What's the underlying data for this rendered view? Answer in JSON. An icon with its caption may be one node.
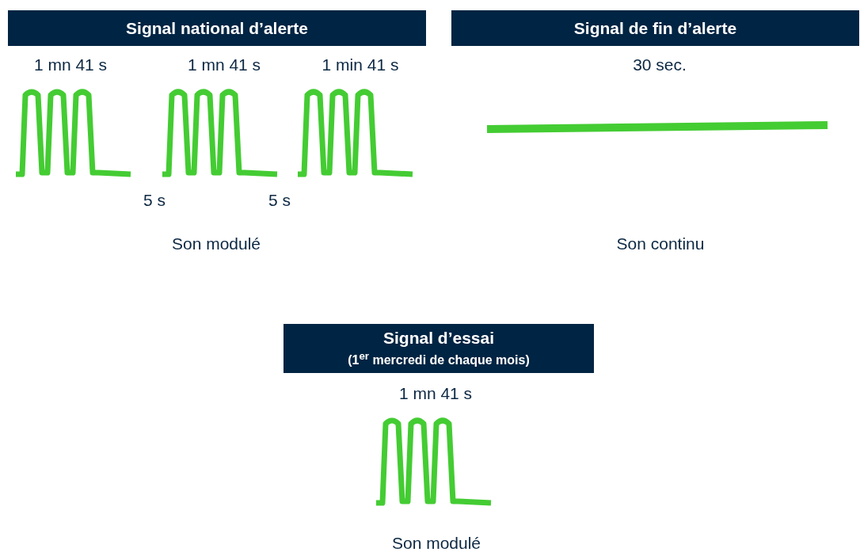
{
  "diagram": {
    "nodes": [
      {
        "text": [
          "Signal national d’alerte"
        ]
      },
      {
        "text": [
          "Signal de fin d’alerte"
        ]
      },
      {
        "text": [
          "Signal d’essai",
          "(1$^{er}$ mercredi de chaque mois)"
        ]
      }
    ],
    "labels": [
      "1 mn 41 s",
      "1 mn 41 s",
      "1 min 41 s",
      "30 sec.",
      "5 s",
      "5 s",
      "Son modulé",
      "Son continu",
      "1 mn 41 s",
      "Son modulé"
    ]
  }
}
